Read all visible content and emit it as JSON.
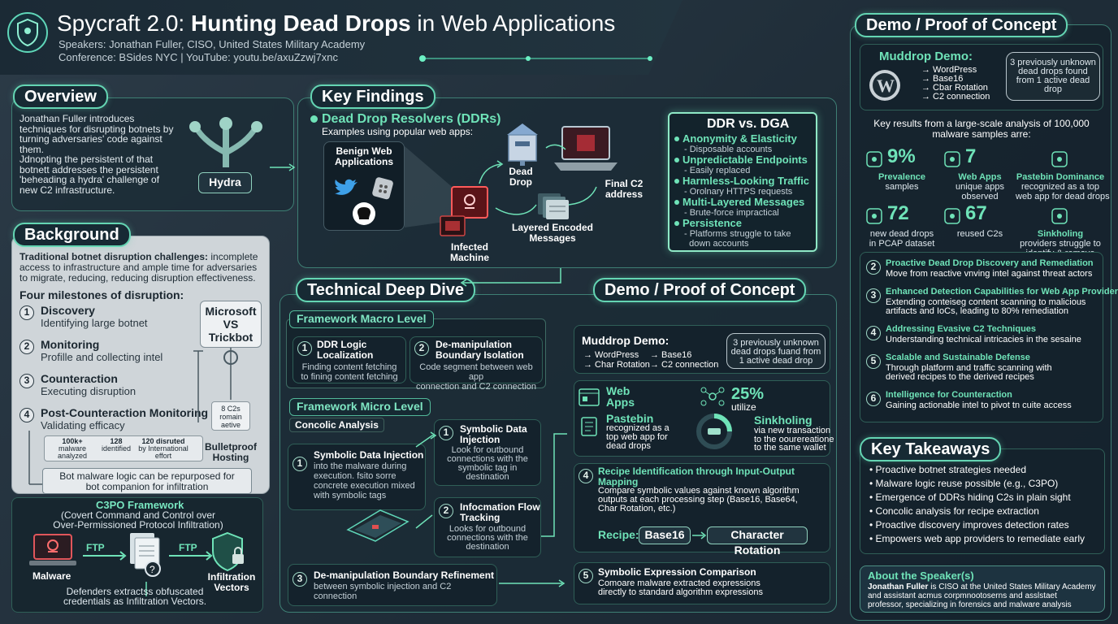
{
  "header": {
    "title_prefix": "Spycraft 2.0: ",
    "title_bold": "Hunting Dead Drops",
    "title_suffix": " in Web Applications",
    "speakers": "Speakers: Jonathan Fuller, CISO, United States Military Academy",
    "conference": "Conference: BSides NYC | YouTube: youtu.be/axuZzwj7xnc"
  },
  "overview": {
    "title": "Overview",
    "lines": [
      "Jonathan Fuller introduces",
      "techniques for disrupting botnets by",
      "turning adversaries' code against",
      "them.",
      "Jdnopting the persistent of that",
      "botnett addresses the persistent",
      "'beheading a hydra' challenge of",
      "new C2 infrastructure."
    ],
    "hydra": "Hydra"
  },
  "background": {
    "title": "Background",
    "intro_bold": "Traditional botnet disruption challenges:",
    "intro_rest": " incomplete",
    "intro_lines": [
      "access to infrastructure and ample time for adversaries",
      "to migrate, reducing, reducing disruption effectiveness."
    ],
    "milestones_title": "Four milestones of disruption:",
    "milestones": [
      {
        "n": "1",
        "title": "Discovery",
        "desc": "Identifying large botnet"
      },
      {
        "n": "2",
        "title": "Monitoring",
        "desc": "Profille and collecting intel"
      },
      {
        "n": "3",
        "title": "Counteraction",
        "desc": "Executing disruption"
      },
      {
        "n": "4",
        "title": "Post-Counteraction Monitoring",
        "desc": "Validating efficacy"
      }
    ],
    "ms_box": [
      "Microsoft",
      "VS",
      "Trickbot"
    ],
    "c2s": [
      "8 C2s",
      "romain",
      "aetive"
    ],
    "bulletproof": [
      "Bulletproof",
      "Hosting"
    ],
    "stats": [
      {
        "v": "100k+",
        "l1": "malware",
        "l2": "analyzed"
      },
      {
        "v": "128",
        "l1": "identified",
        "l2": ""
      },
      {
        "v": "120 disruted",
        "l1": "by International",
        "l2": "effort"
      }
    ],
    "repurpose": [
      "Bot malware logic can be repurposed for",
      "bot companion for infiltration"
    ],
    "c3po_title": "C3PO Framework",
    "c3po_sub": [
      "(Covert Command and Control over",
      "Over-Permissioned Protocol Infiltration)"
    ],
    "malware": "Malware",
    "ftp1": "FTP",
    "ftp2": "FTP",
    "infil": [
      "Infiltration",
      "Vectors"
    ],
    "defenders": [
      "Defenders extractss obfuscated",
      "credentials as Infiltration Vectors."
    ]
  },
  "findings": {
    "title": "Key Findings",
    "ddr_title": "Dead Drop Resolvers (DDRs)",
    "ddr_sub": "Examples using popular web apps:",
    "benign": [
      "Benign Web",
      "Applications"
    ],
    "dead_drop": [
      "Dead",
      "Drop"
    ],
    "final_c2": [
      "Final C2",
      "address"
    ],
    "infected": [
      "Infected",
      "Machine"
    ],
    "layered": [
      "Layered Encoded",
      "Messages"
    ],
    "ddr_vs_title": "DDR vs. DGA",
    "ddr_vs": [
      {
        "t": "Anonymity & Elasticity",
        "d": [
          "- Disposable accounts"
        ]
      },
      {
        "t": "Unpredictable Endpoints",
        "d": [
          "- Easily replaced"
        ]
      },
      {
        "t": "Harmless-Looking Traffic",
        "d": [
          "- Orolnary HTTPS requests"
        ]
      },
      {
        "t": "Multi-Layered Messages",
        "d": [
          "- Brute-force impractical"
        ]
      },
      {
        "t": "Persistence",
        "d": [
          "- Platforms struggle to take",
          "  down accounts"
        ]
      }
    ]
  },
  "deep": {
    "title": "Technical Deep Dive",
    "macro": "Framework Macro Level",
    "m1": {
      "n": "1",
      "t": [
        "DDR Logic",
        "Localization"
      ],
      "d": [
        "Finding content fetching",
        "to fining content fetching"
      ]
    },
    "m2": {
      "n": "2",
      "t": [
        "De-manipulation",
        "Boundary Isolation"
      ],
      "d": [
        "Code segment between web app",
        "connection and C2 connection"
      ]
    },
    "micro": "Framework Micro Level",
    "concolic": "Concolic Analysis",
    "s1": {
      "n": "1",
      "t": "Symbolic Data Injection",
      "d": [
        "into the malware during",
        "execution. fsito sorre",
        "concrete execution mixed",
        "with symbolic tags"
      ]
    },
    "s2": {
      "n": "1",
      "t": [
        "Symbolic Data",
        "Injection"
      ],
      "d": [
        "Look for outbound",
        "connections with the",
        "symbolic tag in",
        "destination"
      ]
    },
    "s3": {
      "n": "2",
      "t": [
        "Infocmation Flow",
        "Tracking"
      ],
      "d": [
        "Looks for outbound",
        "connections with the",
        "destination"
      ]
    },
    "s4": {
      "n": "3",
      "t": "De-manipulation Boundary Refinement",
      "d": [
        "between symbolic injection and C2",
        "connection"
      ]
    }
  },
  "demo_mid": {
    "title": "Demo / Proof of Concept",
    "muddrop": "Muddrop Demo:",
    "flow": [
      "→ WordPress",
      "→ Char Rotation",
      "→ Base16",
      "→ C2 connection"
    ],
    "bubble": [
      "3 previously unknown",
      "dead drops fuand from",
      "1 active dead drop"
    ],
    "webapps": [
      "Web",
      "Apps"
    ],
    "pct": "25%",
    "utilize": "utilize",
    "pastebin": "Pastebin",
    "pastebin_d": [
      "recognized as a",
      "top web app for",
      "dead drops"
    ],
    "sinkholing": "Sinkholing",
    "sink_d": [
      "via new transaction",
      "to the oourereatione",
      "to the same wallet"
    ],
    "r4": {
      "n": "4",
      "t": [
        "Recipe Identification through Input-Output",
        "Mapping"
      ],
      "d": [
        "Compare symbolic values against known algorithm",
        "outputs at each processing step (Base16, Base64,",
        "Char Rotation, etc.)"
      ],
      "recipe": "Recipe:",
      "b1": "Base16",
      "b2": "Character Rotation"
    },
    "r5": {
      "n": "5",
      "t": "Symbolic Expression Comparison",
      "d": [
        "Comoare malware extracted expressions",
        "directly to standard algorithm expressions"
      ]
    }
  },
  "demo_right": {
    "title": "Demo / Proof of Concept",
    "muddrop": "Muddrop Demo:",
    "flow": [
      "→ WordPress",
      "→ Base16",
      "→ Cbar Rotation",
      "→ C2 connection"
    ],
    "bubble": [
      "3 previously unknown",
      "dead drops found",
      "from 1 active dead",
      "drop"
    ],
    "results": [
      "Key results from a large-scale analysis of 100,000",
      "malware samples arre:"
    ],
    "stats": [
      {
        "v": "9%",
        "l": [
          "Prevalence",
          "samples"
        ]
      },
      {
        "v": "7",
        "l": [
          "Web Apps",
          "unique apps",
          "observed"
        ]
      },
      {
        "v": "",
        "l": [
          "Pastebin Dominance",
          "recognized as a top",
          "web app for dead drops"
        ]
      },
      {
        "v": "72",
        "l": [
          "new dead drops",
          "in PCAP dataset"
        ]
      },
      {
        "v": "67",
        "l": [
          "reused C2s"
        ]
      },
      {
        "v": "",
        "l": [
          "Sinkholing",
          "providers struggle to",
          "identify & remove"
        ]
      }
    ],
    "items": [
      {
        "n": "2",
        "t": "Proactive Dead Drop Discovery and Remediation",
        "d": [
          "Move from reactive vnving intel against threat actors"
        ]
      },
      {
        "n": "3",
        "t": "Enhanced Detection Capabilities for Web App Providers",
        "d": [
          "Extending conteiseg content scanning to malicious",
          "artifacts and IoCs,  leading to 80% remediation"
        ]
      },
      {
        "n": "4",
        "t": "Addressing Evasive C2 Techniques",
        "d": [
          "Understanding technical intricacies in the sesaine"
        ]
      },
      {
        "n": "5",
        "t": "Scalable and Sustainable Defense",
        "d": [
          "Through platform and traffic scanning with",
          "derived recipes to the derived recipes"
        ]
      },
      {
        "n": "6",
        "t": "Intelligence for Counteraction",
        "d": [
          "Gaining actionable intel to pivot tn cuite access"
        ]
      }
    ]
  },
  "takeaways": {
    "title": "Key Takeaways",
    "items": [
      "Proactive botnet strategies needed",
      "Malware logic reuse possible (e.g., C3PO)",
      "Emergence of DDRs hiding C2s in plain sight",
      "Concolic analysis for recipe extraction",
      "Proactive discovery improves detection rates",
      "Empowers web app providers to remediate early"
    ]
  },
  "speaker": {
    "title": "About the Speaker(s)",
    "name": "Jonathan Fuller",
    "rest": " is CISO at the United States Military Academy",
    "l2": "and assistant acmus corpmnootoserns and asslstaet",
    "l3": "professor, specializing in forensics and malware analysis"
  }
}
